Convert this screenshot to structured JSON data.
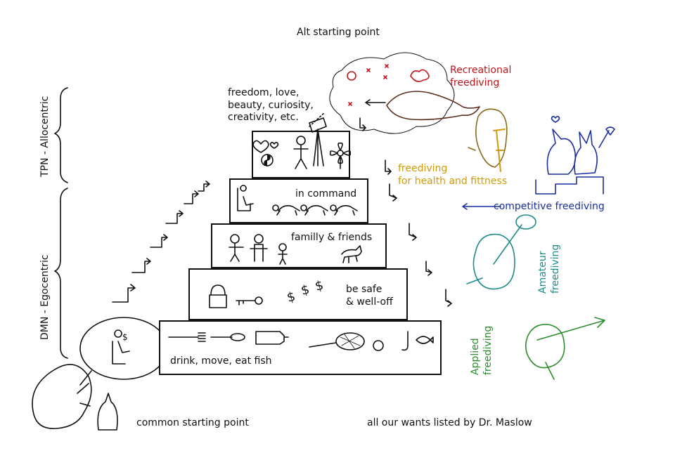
{
  "top_label": "Alt starting point",
  "bottom_left_label": "common starting point",
  "bottom_right_label": "all our wants listed by Dr. Maslow",
  "side_labels": {
    "tpn": "TPN - Allocentric",
    "dmn": "DMN - Egocentric"
  },
  "levels": [
    {
      "id": "level-1",
      "label": "drink,  move,  eat fish"
    },
    {
      "id": "level-2",
      "label": "be safe\n& well-off"
    },
    {
      "id": "level-3",
      "label": "familly & friends"
    },
    {
      "id": "level-4",
      "label": "in command"
    },
    {
      "id": "level-5",
      "label": "freedom, love,\nbeauty, curiosity,\ncreativity, etc."
    }
  ],
  "freediving": {
    "recreational": {
      "label": "Recreational\nfreediving",
      "color": "#c0161c"
    },
    "health": {
      "label": "freediving\nfor health and fittness",
      "color": "#d29a0a"
    },
    "competitive": {
      "label": "competitive freediving",
      "color": "#1c2f9e"
    },
    "amateur": {
      "label": "Amateur\nfreediving",
      "color": "#1f8a8a"
    },
    "applied": {
      "label": "Applied\nfreediving",
      "color": "#2e8b2e"
    }
  },
  "arrow_glyph": "←"
}
